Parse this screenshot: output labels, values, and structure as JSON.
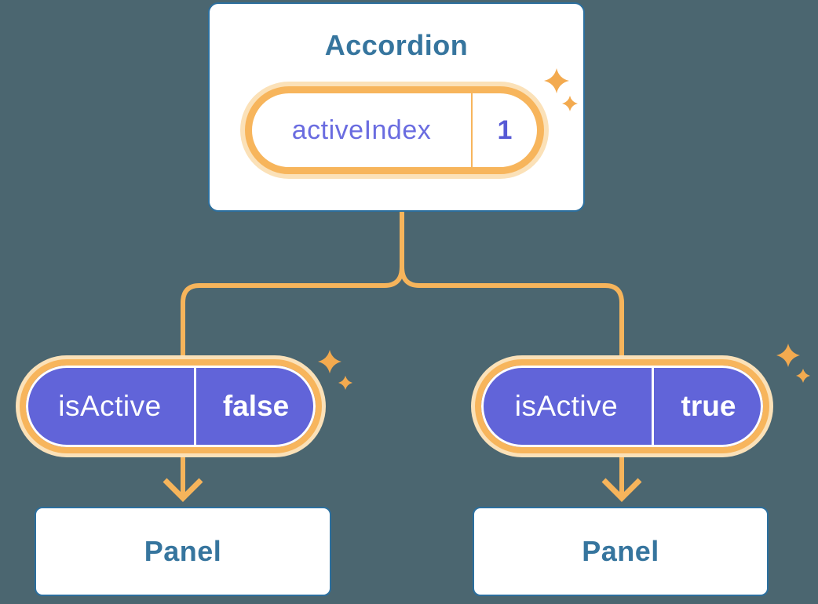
{
  "diagram": {
    "root": {
      "title": "Accordion",
      "state": {
        "name": "activeIndex",
        "value": "1"
      }
    },
    "children": [
      {
        "prop": {
          "name": "isActive",
          "value": "false"
        },
        "panel_label": "Panel"
      },
      {
        "prop": {
          "name": "isActive",
          "value": "true"
        },
        "panel_label": "Panel"
      }
    ],
    "colors": {
      "background": "#4B6670",
      "card_border_blue": "#2C6F9E",
      "heading_text_blue": "#36759E",
      "connector_orange": "#F6B45B",
      "pill_ring_orange": "#F7B55C",
      "pill_halo_peach": "#FBE1B8",
      "pill_fill_purple": "#6164D9",
      "state_name_purple": "#6A6CE0",
      "state_value_purple": "#575AD5",
      "sparkle_orange": "#F3AA4F"
    }
  }
}
